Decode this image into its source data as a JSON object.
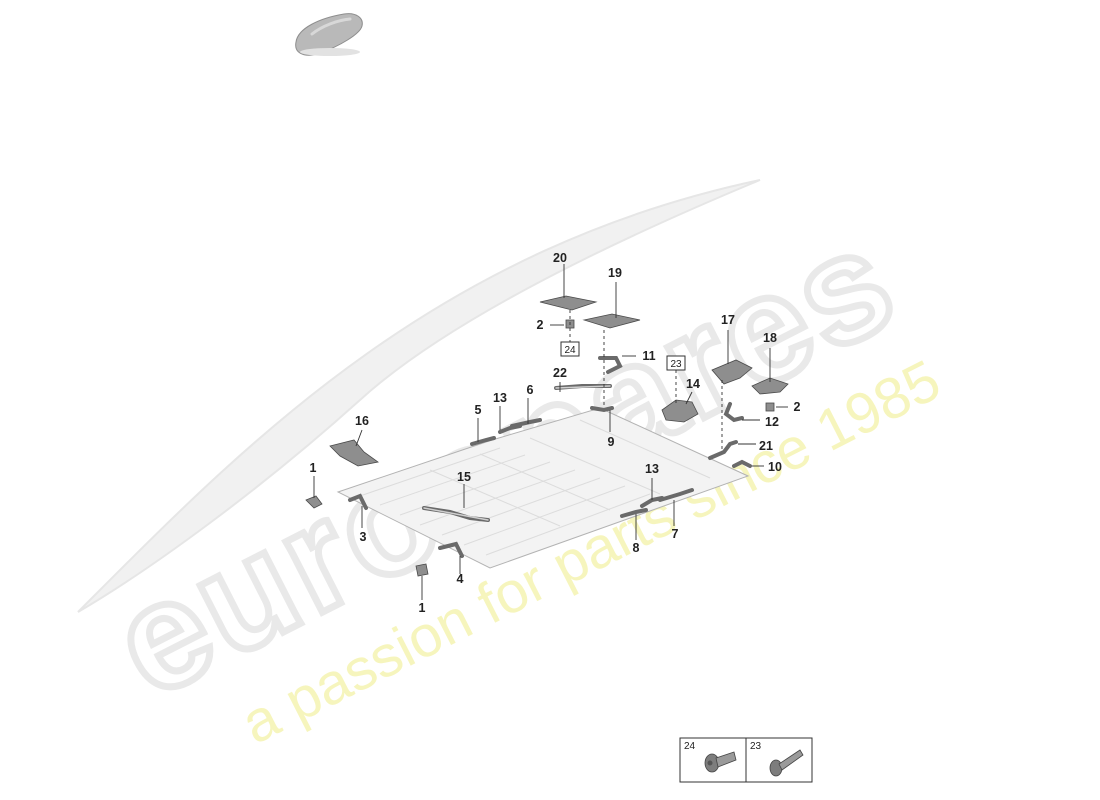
{
  "watermark": {
    "brand": "eurospares",
    "tagline": "a passion for parts since 1985"
  },
  "callouts": [
    {
      "id": "c20",
      "label": "20"
    },
    {
      "id": "c19",
      "label": "19"
    },
    {
      "id": "c2a",
      "label": "2"
    },
    {
      "id": "c11",
      "label": "11"
    },
    {
      "id": "c22",
      "label": "22"
    },
    {
      "id": "c9",
      "label": "9"
    },
    {
      "id": "c17",
      "label": "17"
    },
    {
      "id": "c18",
      "label": "18"
    },
    {
      "id": "c14",
      "label": "14"
    },
    {
      "id": "c2b",
      "label": "2"
    },
    {
      "id": "c12",
      "label": "12"
    },
    {
      "id": "c21",
      "label": "21"
    },
    {
      "id": "c10",
      "label": "10"
    },
    {
      "id": "c13a",
      "label": "13"
    },
    {
      "id": "c13b",
      "label": "13"
    },
    {
      "id": "c5",
      "label": "5"
    },
    {
      "id": "c6",
      "label": "6"
    },
    {
      "id": "c16",
      "label": "16"
    },
    {
      "id": "c1a",
      "label": "1"
    },
    {
      "id": "c15",
      "label": "15"
    },
    {
      "id": "c3",
      "label": "3"
    },
    {
      "id": "c4",
      "label": "4"
    },
    {
      "id": "c1b",
      "label": "1"
    },
    {
      "id": "c8",
      "label": "8"
    },
    {
      "id": "c7",
      "label": "7"
    }
  ],
  "boxed_callouts": [
    {
      "id": "b24",
      "label": "24"
    },
    {
      "id": "b23",
      "label": "23"
    }
  ],
  "legend": [
    {
      "id": "l24",
      "label": "24"
    },
    {
      "id": "l23",
      "label": "23"
    }
  ]
}
